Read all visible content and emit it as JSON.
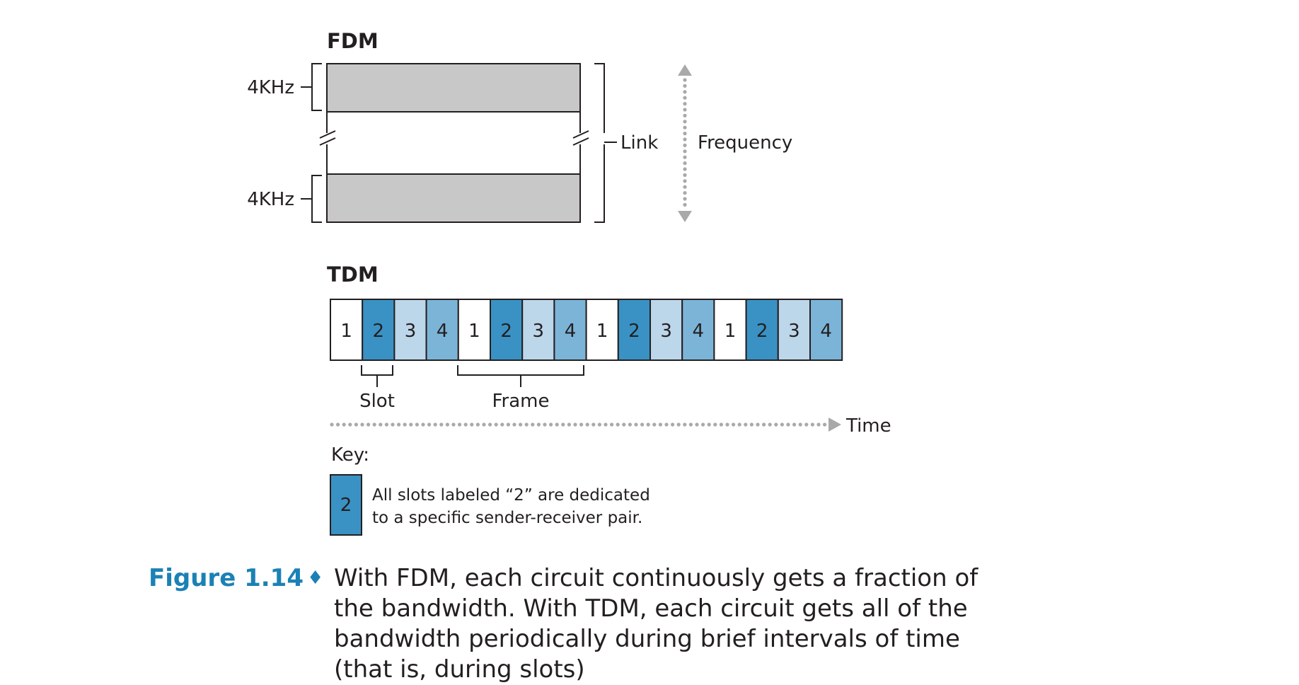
{
  "fdm": {
    "title": "FDM",
    "band_labels": [
      "4KHz",
      "4KHz"
    ],
    "link_label": "Link",
    "frequency_label": "Frequency"
  },
  "tdm": {
    "title": "TDM",
    "slots": [
      "1",
      "2",
      "3",
      "4",
      "1",
      "2",
      "3",
      "4",
      "1",
      "2",
      "3",
      "4",
      "1",
      "2",
      "3",
      "4"
    ],
    "slot_label": "Slot",
    "frame_label": "Frame",
    "time_label": "Time"
  },
  "key": {
    "title": "Key:",
    "sample_slot": "2",
    "line1": "All slots labeled “2” are dedicated",
    "line2": "to a specific sender-receiver pair."
  },
  "caption": {
    "label": "Figure 1.14",
    "text": "With FDM, each circuit continuously gets a fraction of the bandwidth. With TDM, each circuit gets all of the bandwidth periodically during brief intervals of time (that is, during slots)"
  },
  "colors": {
    "band_fill": "#c8c8c9",
    "slot_1": "#ffffff",
    "slot_2": "#3a92c4",
    "slot_3": "#bcd6ea",
    "slot_4": "#7cb4d8",
    "arrow_gray": "#a9a9ab",
    "caption_blue": "#1b81b5"
  }
}
